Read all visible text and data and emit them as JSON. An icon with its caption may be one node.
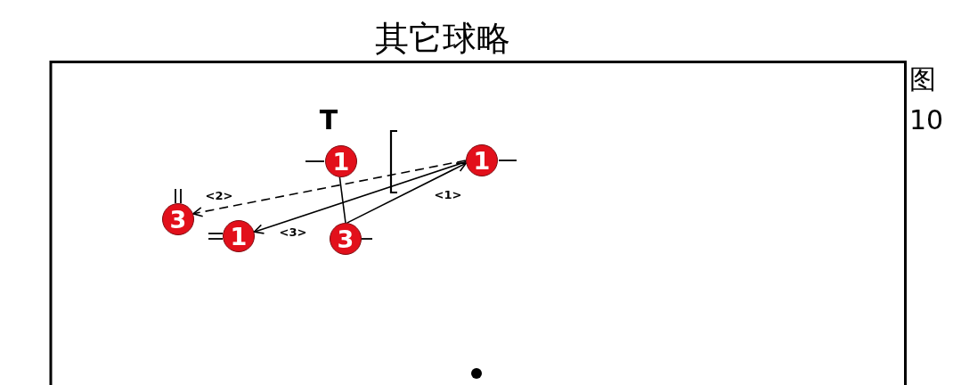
{
  "diagram": {
    "title": "其它球略",
    "caption": "图10",
    "nodes": [
      {
        "text": [
          "1"
        ]
      },
      {
        "text": [
          "1"
        ]
      },
      {
        "text": [
          "3"
        ]
      },
      {
        "text": [
          "1"
        ]
      },
      {
        "text": [
          "3"
        ]
      }
    ],
    "edges": [
      {
        "from": 0,
        "to": 4,
        "arrow": "none"
      },
      {
        "from": 4,
        "to": 1,
        "arrow": "to",
        "label": "<1>"
      },
      {
        "from": 1,
        "to": 2,
        "arrow": "to",
        "label": "<2>",
        "style": "dashed"
      },
      {
        "from": 1,
        "to": 3,
        "arrow": "to",
        "label": "<3>"
      }
    ],
    "labels": [
      "T"
    ]
  }
}
